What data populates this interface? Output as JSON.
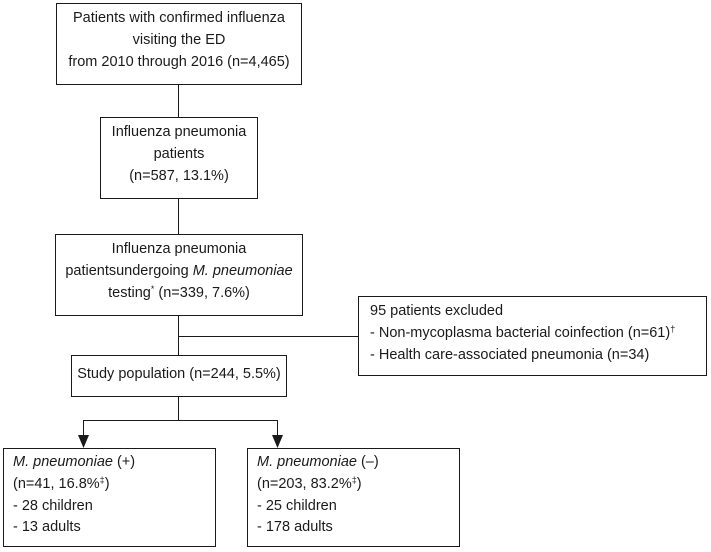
{
  "box_confirmed": {
    "line1": "Patients with confirmed influenza",
    "line2": "visiting the ED",
    "line3": "from 2010 through 2016 (n=4,465)"
  },
  "box_pneumonia": {
    "line1": "Influenza pneumonia",
    "line2": "patients",
    "line3": "(n=587, 13.1%)"
  },
  "box_testing": {
    "line1": "Influenza pneumonia",
    "line2_pre": "patientsundergoing ",
    "line2_italic": "M. pneumoniae",
    "line3_pre": "testing",
    "line3_mark": "*",
    "line3_post": " (n=339, 7.6%)"
  },
  "box_excluded": {
    "title": "95 patients excluded",
    "item1": "- Non-mycoplasma bacterial coinfection (n=61)",
    "item1_mark": "†",
    "item2": "- Health care-associated pneumonia (n=34)"
  },
  "box_study": {
    "label": "Study population (n=244, 5.5%)"
  },
  "box_positive": {
    "organism": "M. pneumoniae",
    "sign": " (+)",
    "count": "(n=41, 16.8%",
    "mark": "‡",
    "close": ")",
    "children": "- 28 children",
    "adults": "- 13 adults"
  },
  "box_negative": {
    "organism": "M. pneumoniae",
    "sign": " (–)",
    "count": "(n=203, 83.2%",
    "mark": "‡",
    "close": ")",
    "children": "- 25 children",
    "adults": "- 178 adults"
  },
  "colors": {
    "line": "#1a1a1a",
    "background": "#ffffff"
  }
}
